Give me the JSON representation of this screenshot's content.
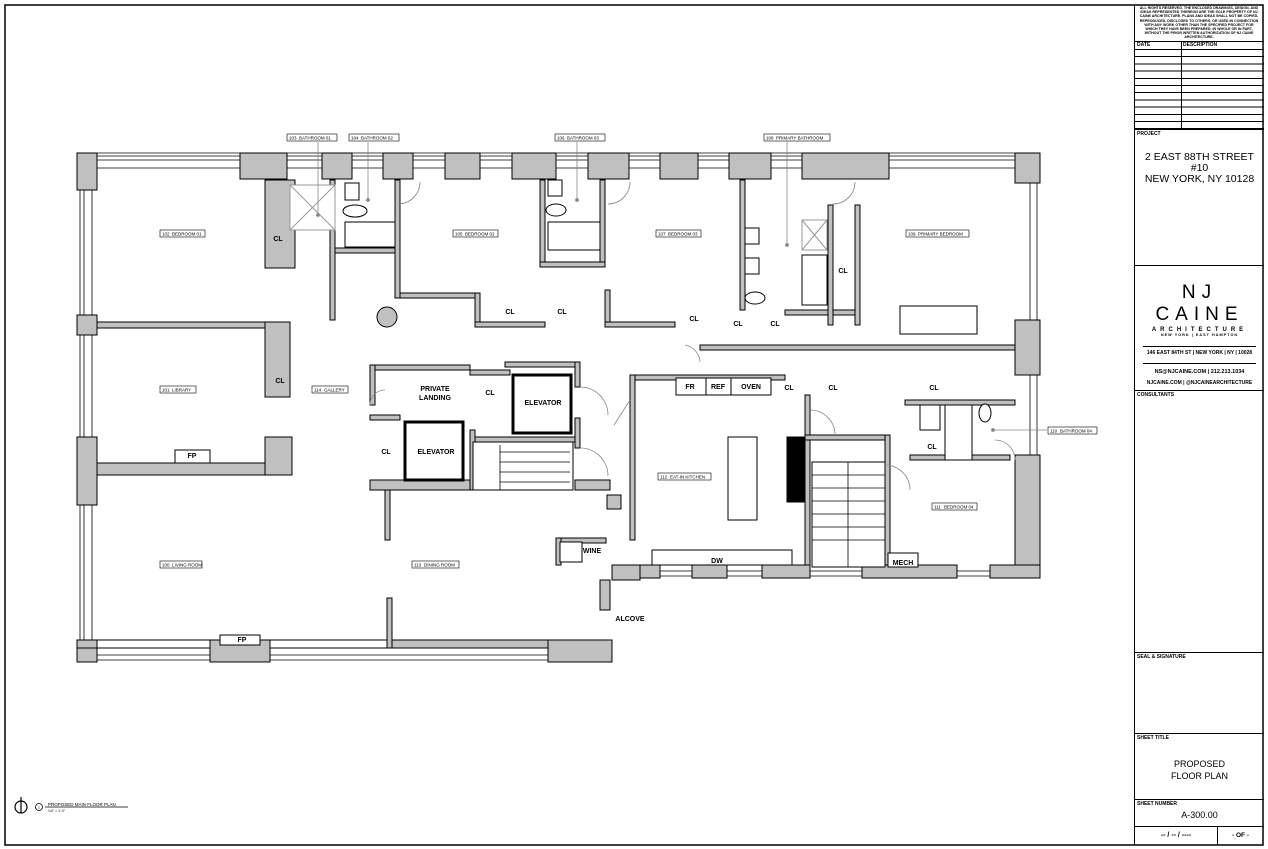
{
  "drawing": {
    "rooms": [
      {
        "number": "100",
        "name": "LIVING ROOM"
      },
      {
        "number": "101",
        "name": "LIBRARY"
      },
      {
        "number": "102",
        "name": "BEDROOM 01"
      },
      {
        "number": "103",
        "name": "BATHROOM 01"
      },
      {
        "number": "104",
        "name": "BATHROOM 02"
      },
      {
        "number": "105",
        "name": "BEDROOM 02"
      },
      {
        "number": "106",
        "name": "BATHROOM 03"
      },
      {
        "number": "107",
        "name": "BEDROOM 03"
      },
      {
        "number": "108",
        "name": "PRIMARY BATHROOM"
      },
      {
        "number": "109",
        "name": "PRIMARY BEDROOM"
      },
      {
        "number": "110",
        "name": "BATHROOM 04"
      },
      {
        "number": "111",
        "name": "BEDROOM 04"
      },
      {
        "number": "112",
        "name": "EAT-IN KITCHEN"
      },
      {
        "number": "113",
        "name": "DINING ROOM"
      },
      {
        "number": "114",
        "name": "GALLERY"
      }
    ],
    "fixture_labels": {
      "closet": "CL",
      "fridge": "FR",
      "refrigerator": "REF",
      "oven": "OVEN",
      "dishwasher": "DW",
      "wine": "WINE",
      "mech": "MECH",
      "elevator": "ELEVATOR",
      "private_landing_1": "PRIVATE",
      "private_landing_2": "LANDING",
      "fireplace": "FP",
      "alcove": "ALCOVE"
    },
    "plan_title": "PROPOSED MAIN FLOOR PLAN",
    "plan_scale": "1/4\" = 1'-0\"",
    "plan_number": "1"
  },
  "title_block": {
    "notice": "ALL RIGHTS RESERVED. THE ENCLOSED DRAWINGS, DESIGN, AND IDEAS REPRESENTED THEREON ARE THE SOLE PROPERTY OF NJ CAINE ARCHITECTURE. PLANS AND IDEAS SHALL NOT BE COPIED, REPRODUCED, DISCLOSED TO OTHERS, OR USED IN CONNECTION WITH ANY WORK OTHER THAN THE SPECIFIED PROJECT FOR WHICH THEY HAVE BEEN PREPARED, IN WHOLE OR IN PART, WITHOUT THE PRIOR WRITTEN AUTHORIZATION OF NJ CAINE ARCHITECTURE.",
    "rev_date_header": "DATE",
    "rev_desc_header": "DESCRIPTION",
    "project_header": "PROJECT",
    "project_line1": "2 EAST 88TH STREET #10",
    "project_line2": "NEW YORK, NY 10128",
    "firm_name": "NJ CAINE",
    "firm_sub": "ARCHITECTURE",
    "firm_locations": "NEW YORK | EAST HAMPTON",
    "firm_address": "146 EAST 84TH ST | NEW YORK | NY | 10028",
    "firm_contact": "NS@NJCAINE.COM | 212.213.1034",
    "firm_web": "NJCAINE.COM | @NJCAINEARCHITECTURE",
    "consultants_header": "CONSULTANTS",
    "seal_header": "SEAL & SIGNATURE",
    "sheet_title_header": "SHEET TITLE",
    "sheet_title_1": "PROPOSED",
    "sheet_title_2": "FLOOR PLAN",
    "sheet_number_header": "SHEET NUMBER",
    "sheet_number": "A-300.00",
    "date_placeholder": "-- / -- / ----",
    "sheet_of": "-   OF   -"
  }
}
